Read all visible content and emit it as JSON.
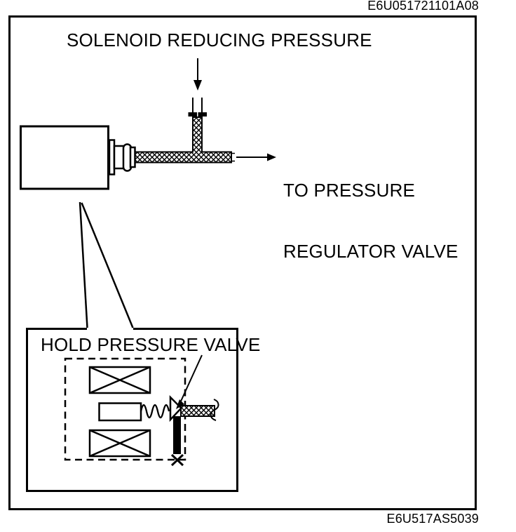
{
  "colors": {
    "ink": "#000000",
    "paper": "#ffffff"
  },
  "codes": {
    "top_right": "E6U051721101A08",
    "bottom_right": "E6U517AS5039"
  },
  "labels": {
    "inlet": "SOLENOID REDUCING PRESSURE",
    "outlet_line1": "TO PRESSURE",
    "outlet_line2": "REGULATOR VALVE",
    "inset_title": "HOLD PRESSURE VALVE"
  },
  "diagram": {
    "type": "hydraulic-schematic",
    "main_components": [
      "solenoid-reducing-pressure-valve-body",
      "inlet-port-tee-pipe",
      "outlet-flow-to-pressure-regulator-valve"
    ],
    "detail_inset": {
      "title": "HOLD PRESSURE VALVE",
      "components": [
        "solenoid-coil-windings",
        "armature",
        "return-spring",
        "check-valve-poppet",
        "plunger",
        "drain-port-x",
        "outlet-pipe-break"
      ]
    }
  }
}
